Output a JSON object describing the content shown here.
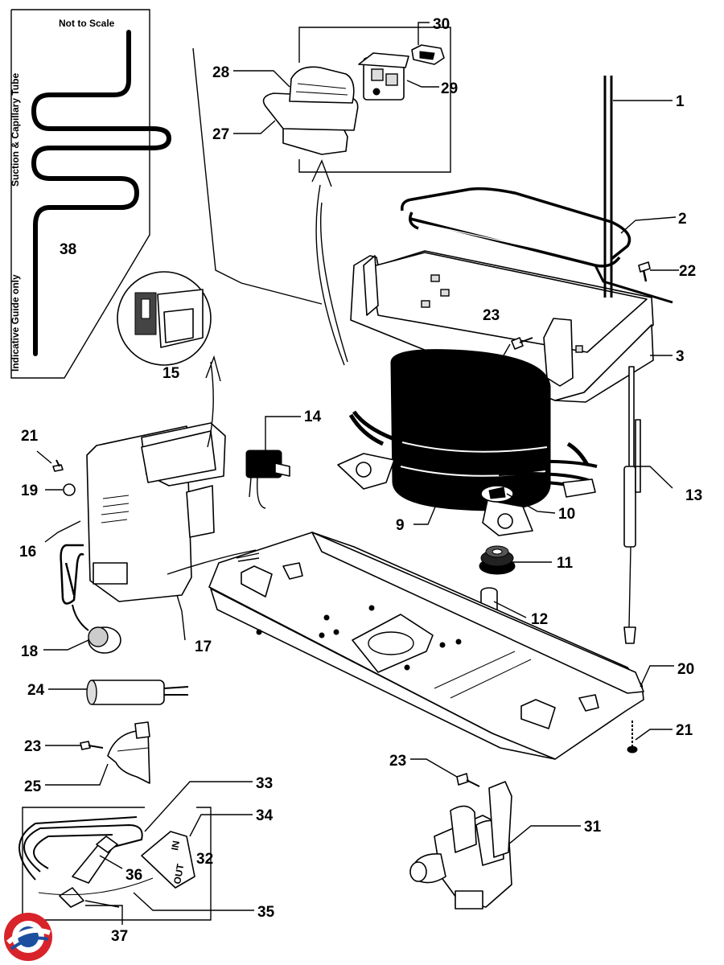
{
  "guide": {
    "not_to_scale": "Not to Scale",
    "tube_title": "Suction & Capillary Tube",
    "indicative": "Indicative Guide only"
  },
  "valve_label": {
    "in": "IN",
    "out": "OUT"
  },
  "callouts": {
    "c1": "1",
    "c2": "2",
    "c3": "3",
    "c9": "9",
    "c10": "10",
    "c11": "11",
    "c12": "12",
    "c13": "13",
    "c14": "14",
    "c15": "15",
    "c16": "16",
    "c17": "17",
    "c18": "18",
    "c19": "19",
    "c20": "20",
    "c21a": "21",
    "c21b": "21",
    "c22": "22",
    "c23a": "23",
    "c23b": "23",
    "c23c": "23",
    "c24": "24",
    "c25": "25",
    "c27": "27",
    "c28": "28",
    "c29": "29",
    "c30": "30",
    "c31": "31",
    "c32": "32",
    "c33": "33",
    "c34": "34",
    "c35": "35",
    "c36": "36",
    "c37": "37",
    "c38": "38"
  },
  "colors": {
    "logo_red": "#d8232a",
    "logo_blue": "#1d4fa0"
  }
}
